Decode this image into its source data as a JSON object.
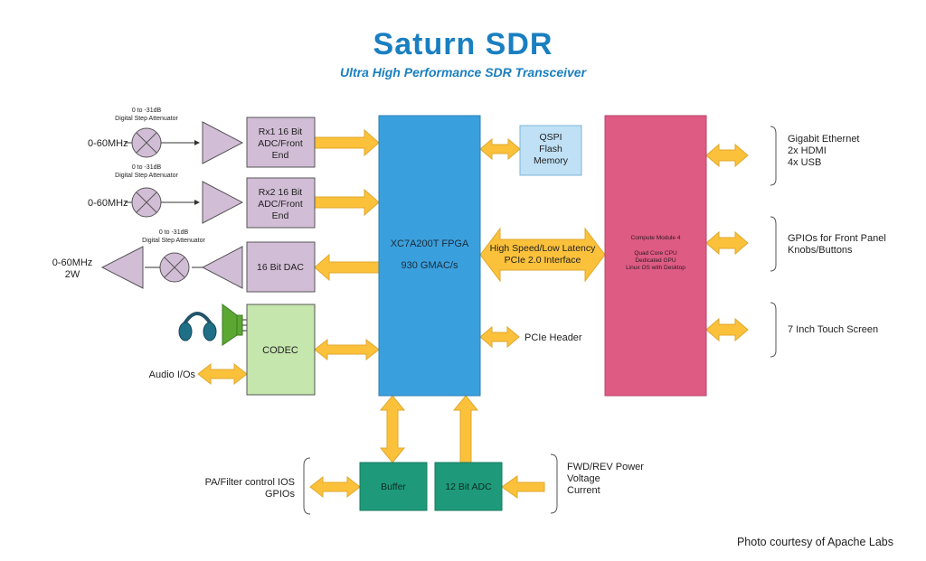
{
  "header": {
    "title": "Saturn SDR",
    "subtitle": "Ultra High Performance SDR Transceiver"
  },
  "colors": {
    "title": "#1a7fc1",
    "arrow": "#fbc13b",
    "adc_block": "#d2bdd6",
    "fpga": "#3aa0dd",
    "qspi": "#bfe0f5",
    "compute": "#de5b84",
    "codec": "#c5e6ad",
    "buffer_adc": "#1e9a7a",
    "stroke": "#555555"
  },
  "rx1": {
    "input": "0-60MHz",
    "attenuator_range": "0 to -31dB",
    "attenuator_label": "Digital Step Attenuator",
    "block": [
      "Rx1 16 Bit",
      "ADC/Front",
      "End"
    ]
  },
  "rx2": {
    "input": "0-60MHz",
    "attenuator_range": "0 to -31dB",
    "attenuator_label": "Digital Step Attenuator",
    "block": [
      "Rx2 16 Bit",
      "ADC/Front",
      "End"
    ]
  },
  "tx": {
    "output": [
      "0-60MHz",
      "2W"
    ],
    "attenuator_range": "0 to -31dB",
    "attenuator_label": "Digital Step Attenuator",
    "block": "16 Bit DAC"
  },
  "audio": {
    "codec": "CODEC",
    "io_label": "Audio I/Os"
  },
  "fpga": {
    "line1": "XC7A200T FPGA",
    "line2": "930 GMAC/s"
  },
  "qspi": [
    "QSPI",
    "Flash",
    "Memory"
  ],
  "pcie_link": [
    "High Speed/Low Latency",
    "PCIe 2.0 Interface"
  ],
  "pcie_header": "PCIe Header",
  "compute": {
    "title": "Compute Module 4",
    "features": [
      "Quad Core CPU",
      "Dedicated GPU",
      "Linux OS with Desktop"
    ]
  },
  "interfaces": {
    "group1": [
      "Gigabit Ethernet",
      "2x HDMI",
      "4x USB"
    ],
    "group2": [
      "GPIOs for Front Panel",
      "Knobs/Buttons"
    ],
    "group3": [
      "7 Inch Touch Screen"
    ]
  },
  "bottom": {
    "buffer": "Buffer",
    "adc12": "12 Bit ADC",
    "pa_filter": [
      "PA/Filter control IOS",
      "GPIOs"
    ],
    "power": [
      "FWD/REV Power",
      "Voltage",
      "Current"
    ]
  },
  "credit": "Photo courtesy of Apache Labs"
}
